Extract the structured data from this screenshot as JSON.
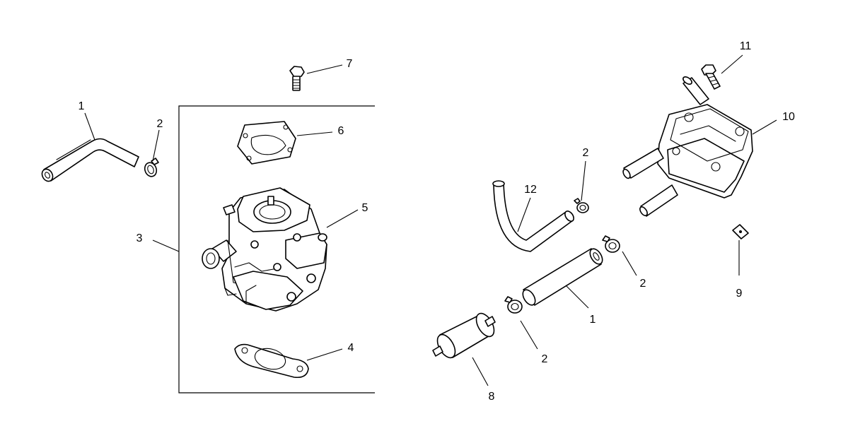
{
  "callouts": {
    "c1_hose_left": "1",
    "c2_clamp_left": "2",
    "c3_assembly": "3",
    "c4_lower_gasket": "4",
    "c5_carburetor": "5",
    "c6_upper_gasket": "6",
    "c7_bolt": "7",
    "c8_fuel_filter": "8",
    "c9_nut": "9",
    "c10_fuel_pump": "10",
    "c11_pump_bolt": "11",
    "c12_bent_hose": "12",
    "c2_clamp_top": "2",
    "c1_hose_right": "1",
    "c2_clamp_right": "2",
    "c2_clamp_bottom": "2"
  }
}
